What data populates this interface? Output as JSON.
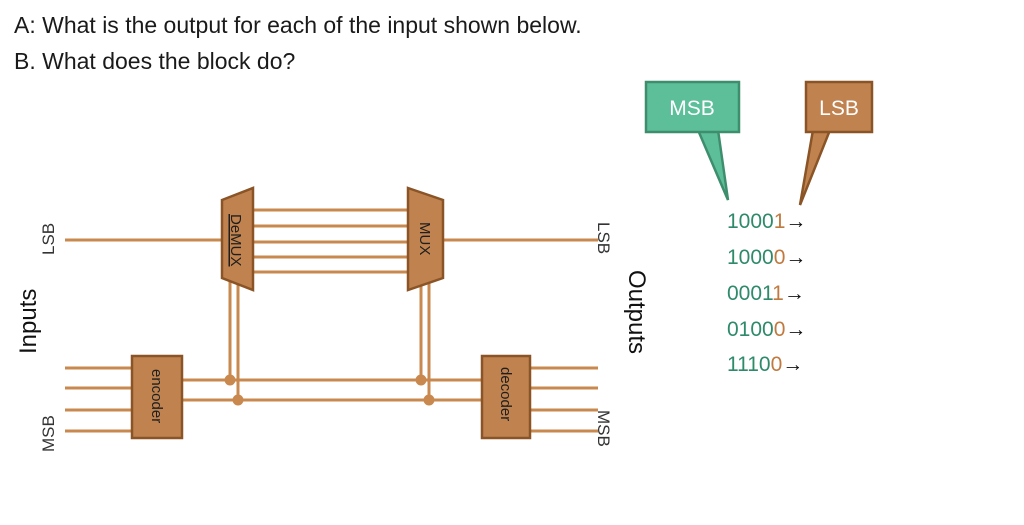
{
  "questions": {
    "a": "A: What is the output for each of the input shown below.",
    "b": "B. What does the block do?"
  },
  "diagram": {
    "inputs_label": "Inputs",
    "outputs_label": "Outputs",
    "input_lsb_label": "LSB",
    "input_msb_label": "MSB",
    "output_lsb_label": "LSB",
    "output_msb_label": "MSB",
    "demux_label": "DeMUX",
    "mux_label": "MUX",
    "encoder_label": "encoder",
    "decoder_label": "decoder"
  },
  "callouts": {
    "msb": {
      "label": "MSB",
      "color": "#5cbf9a"
    },
    "lsb": {
      "label": "LSB",
      "color": "#c0834f"
    }
  },
  "outputs": [
    {
      "msb_part": "1000",
      "lsb_part": "1",
      "arrow": "→"
    },
    {
      "msb_part": "1000",
      "lsb_part": "0",
      "arrow": "→"
    },
    {
      "msb_part": "0001",
      "lsb_part": "1",
      "arrow": "→"
    },
    {
      "msb_part": "0100",
      "lsb_part": "0",
      "arrow": "→"
    },
    {
      "msb_part": "1110",
      "lsb_part": "0",
      "arrow": "→"
    }
  ]
}
